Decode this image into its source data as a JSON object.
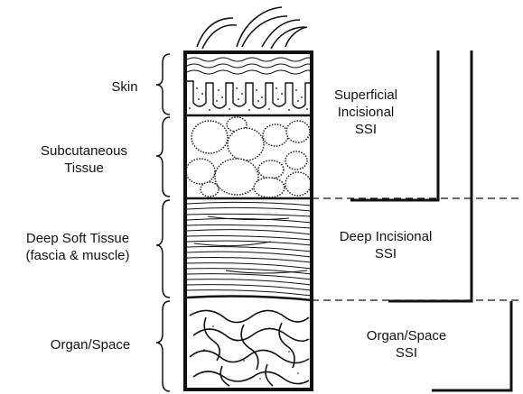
{
  "layers": {
    "skin": "Skin",
    "subcutaneous": "Subcutaneous\nTissue",
    "deep_soft_tissue": "Deep Soft Tissue\n(fascia & muscle)",
    "organ_space": "Organ/Space"
  },
  "categories": {
    "superficial": "Superficial\nIncisional\nSSI",
    "deep": "Deep Incisional\nSSI",
    "organ": "Organ/Space\nSSI"
  }
}
